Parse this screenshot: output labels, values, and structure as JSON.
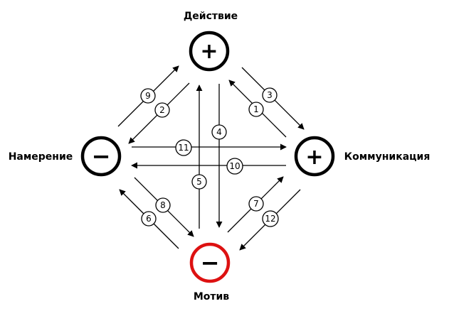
{
  "nodes": {
    "action": {
      "label": "Действие",
      "sign": "+",
      "ring_color": "#000000"
    },
    "intention": {
      "label": "Намерение",
      "sign": "−",
      "ring_color": "#000000"
    },
    "communication": {
      "label": "Коммуникация",
      "sign": "+",
      "ring_color": "#000000"
    },
    "motive": {
      "label": "Мотив",
      "sign": "−",
      "ring_color": "#dd1111"
    }
  },
  "arrows": [
    {
      "id": "1",
      "from": "communication",
      "to": "action"
    },
    {
      "id": "2",
      "from": "action",
      "to": "intention"
    },
    {
      "id": "3",
      "from": "action",
      "to": "communication"
    },
    {
      "id": "4",
      "from": "action",
      "to": "motive"
    },
    {
      "id": "5",
      "from": "motive",
      "to": "action"
    },
    {
      "id": "6",
      "from": "motive",
      "to": "intention"
    },
    {
      "id": "7",
      "from": "motive",
      "to": "communication"
    },
    {
      "id": "8",
      "from": "intention",
      "to": "motive"
    },
    {
      "id": "9",
      "from": "intention",
      "to": "action"
    },
    {
      "id": "10",
      "from": "communication",
      "to": "intention"
    },
    {
      "id": "11",
      "from": "intention",
      "to": "communication"
    },
    {
      "id": "12",
      "from": "communication",
      "to": "motive"
    }
  ]
}
